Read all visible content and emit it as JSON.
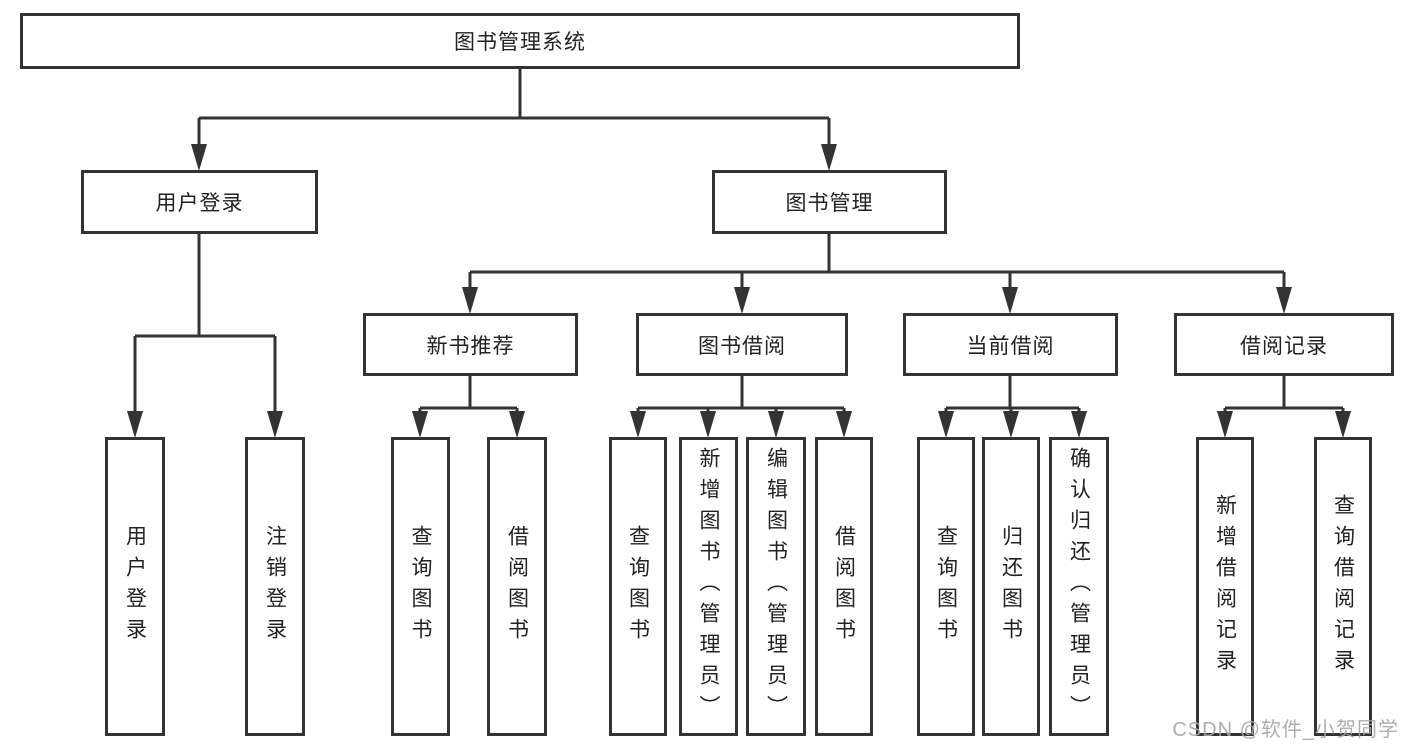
{
  "nodes": {
    "root": {
      "label": "图书管理系统"
    },
    "user_login": {
      "label": "用户登录"
    },
    "book_mgmt": {
      "label": "图书管理"
    },
    "new_book_rec": {
      "label": "新书推荐"
    },
    "book_borrow": {
      "label": "图书借阅"
    },
    "current_borrow": {
      "label": "当前借阅"
    },
    "borrow_record": {
      "label": "借阅记录"
    },
    "leaves": {
      "user_login": [
        {
          "label": "用户登录"
        },
        {
          "label": "注销登录"
        }
      ],
      "new_book_rec": [
        {
          "label": "查询图书"
        },
        {
          "label": "借阅图书"
        }
      ],
      "book_borrow": [
        {
          "label": "查询图书"
        },
        {
          "label": "新增图书（管理员）"
        },
        {
          "label": "编辑图书（管理员）"
        },
        {
          "label": "借阅图书"
        }
      ],
      "current_borrow": [
        {
          "label": "查询图书"
        },
        {
          "label": "归还图书"
        },
        {
          "label": "确认归还（管理员）"
        }
      ],
      "borrow_record": [
        {
          "label": "新增借阅记录"
        },
        {
          "label": "查询借阅记录"
        }
      ]
    }
  },
  "watermark": {
    "text": "CSDN @软件_小贺同学",
    "color": "#a6a6a6"
  },
  "colors": {
    "line": "#333333",
    "box_border": "#333333",
    "text": "#222222",
    "background": "#ffffff"
  }
}
